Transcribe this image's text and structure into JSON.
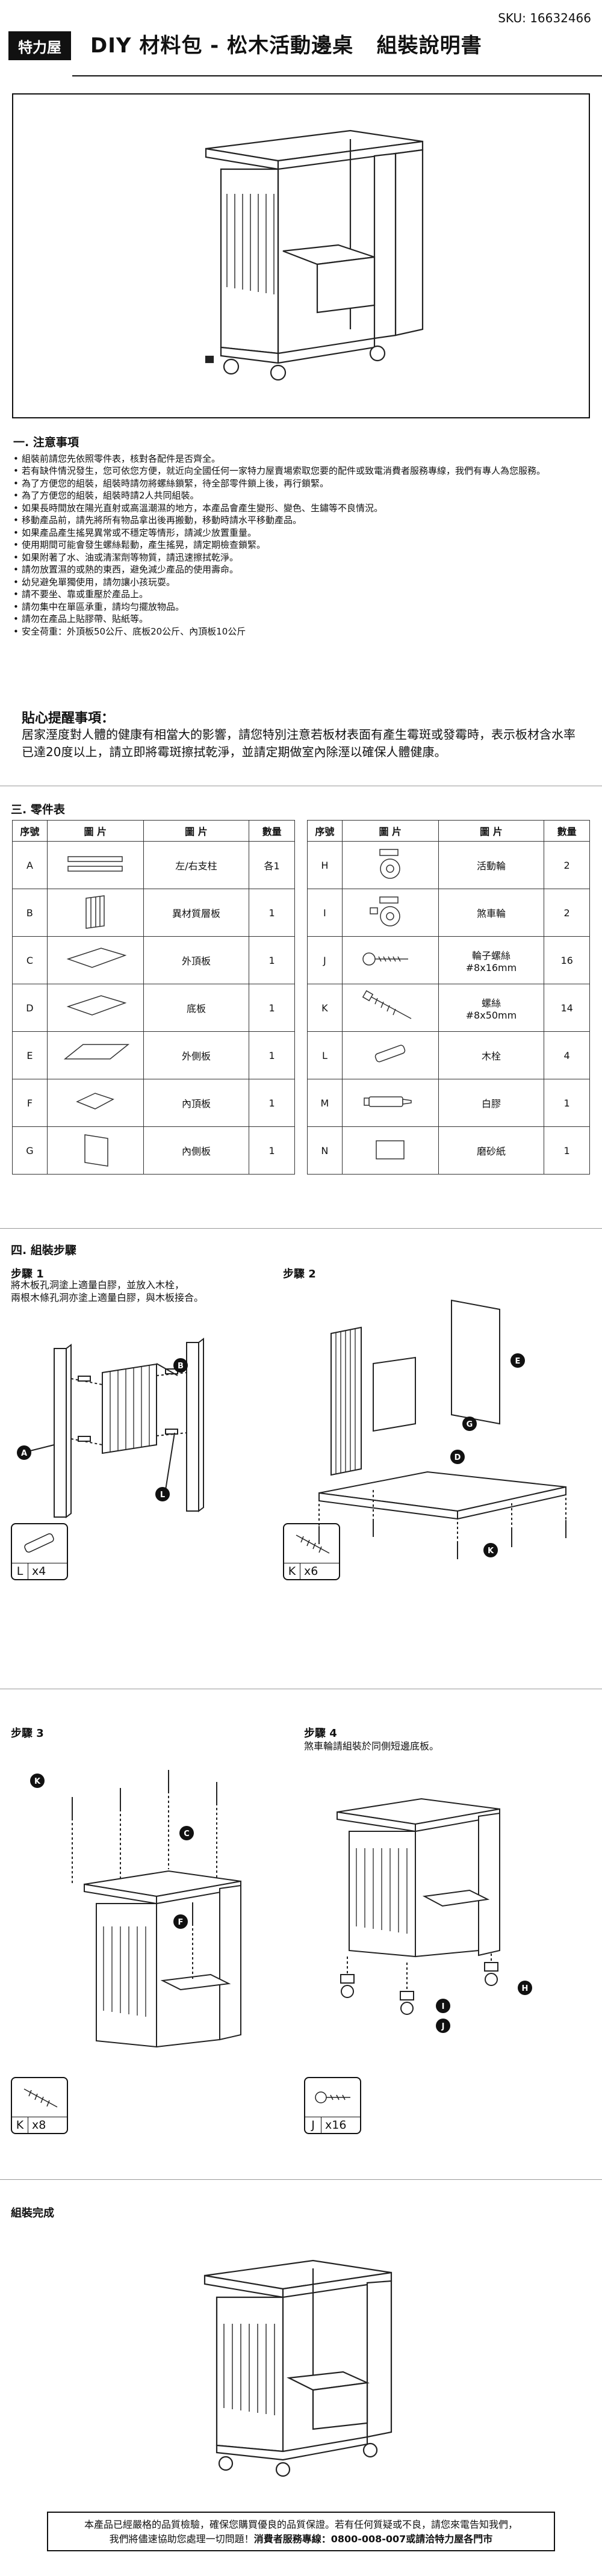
{
  "header": {
    "sku": "SKU: 16632466",
    "logo": "特力屋",
    "title": "DIY 材料包 - 松木活動邊桌   組裝說明書"
  },
  "notes": {
    "heading": "一. 注意事項",
    "items": [
      "組裝前請您先依照零件表，核對各配件是否齊全。",
      "若有缺件情況發生，您可依您方便，就近向全國任何一家特力屋賣場索取您要的配件或致電消費者服務專線，我們有專人為您服務。",
      "為了方便您的組裝，組裝時請勿將螺絲鎖緊，待全部零件鎖上後，再行鎖緊。",
      "為了方便您的組裝，組裝時請2人共同組裝。",
      "如果長時間放在陽光直射或高溫潮濕的地方，本產品會產生變形、變色、生鏽等不良情況。",
      "移動產品前，請先將所有物品拿出後再搬動，移動時請水平移動產品。",
      "如果產品產生搖晃異常或不穩定等情形，請減少放置重量。",
      "使用期間可能會發生螺絲鬆動，產生搖晃，請定期檢查鎖緊。",
      "如果附著了水、油或清潔劑等物質，請迅速擦拭乾淨。",
      "請勿放置濕的或熱的東西，避免減少產品的使用壽命。",
      "幼兒避免單獨使用，請勿讓小孩玩耍。",
      "請不要坐、靠或重壓於產品上。",
      "請勿集中在單區承重，請均勻擺放物品。",
      "請勿在產品上貼膠帶、貼紙等。",
      "安全荷重：外頂板50公斤、底板20公斤、內頂板10公斤"
    ]
  },
  "tip": {
    "title": "貼心提醒事項：",
    "body": "居家溼度對人體的健康有相當大的影響，請您特別注意若板材表面有產生霉斑或發霉時，表示板材含水率已達20度以上，請立即將霉斑擦拭乾淨，並請定期做室內除溼以確保人體健康。"
  },
  "parts": {
    "heading": "三. 零件表",
    "headers": [
      "序號",
      "圖 片",
      "圖 片",
      "數量"
    ],
    "left": [
      {
        "id": "A",
        "name": "左/右支柱",
        "qty": "各1"
      },
      {
        "id": "B",
        "name": "異材質層板",
        "qty": "1"
      },
      {
        "id": "C",
        "name": "外頂板",
        "qty": "1"
      },
      {
        "id": "D",
        "name": "底板",
        "qty": "1"
      },
      {
        "id": "E",
        "name": "外側板",
        "qty": "1"
      },
      {
        "id": "F",
        "name": "內頂板",
        "qty": "1"
      },
      {
        "id": "G",
        "name": "內側板",
        "qty": "1"
      }
    ],
    "right": [
      {
        "id": "H",
        "name": "活動輪",
        "spec": "",
        "qty": "2"
      },
      {
        "id": "I",
        "name": "煞車輪",
        "spec": "",
        "qty": "2"
      },
      {
        "id": "J",
        "name": "輪子螺絲",
        "spec": "#8x16mm",
        "qty": "16"
      },
      {
        "id": "K",
        "name": "螺絲",
        "spec": "#8x50mm",
        "qty": "14"
      },
      {
        "id": "L",
        "name": "木栓",
        "spec": "",
        "qty": "4"
      },
      {
        "id": "M",
        "name": "白膠",
        "spec": "",
        "qty": "1"
      },
      {
        "id": "N",
        "name": "磨砂紙",
        "spec": "",
        "qty": "1"
      }
    ]
  },
  "assembly": {
    "heading": "四. 組裝步驟",
    "step1": {
      "title": "步驟 1",
      "desc1": "將木板孔洞塗上適量白膠，並放入木栓，",
      "desc2": "兩根木條孔洞亦塗上適量白膠，與木板接合。",
      "count_part": "L",
      "count": "x4"
    },
    "step2": {
      "title": "步驟 2",
      "count_part": "K",
      "count": "x6"
    },
    "step3": {
      "title": "步驟 3",
      "count_part": "K",
      "count": "x8"
    },
    "step4": {
      "title": "步驟 4",
      "desc": "煞車輪請組裝於同側短邊底板。",
      "count_part": "J",
      "count": "x16"
    },
    "done": "組裝完成",
    "callouts": {
      "a": "A",
      "b": "B",
      "c": "C",
      "d": "D",
      "e": "E",
      "f": "F",
      "g": "G",
      "h": "H",
      "i": "I",
      "j": "J",
      "k": "K",
      "l": "L"
    }
  },
  "footer": {
    "line1": "本產品已經嚴格的品質檢驗，確保您購買優良的品質保證。若有任何質疑或不良，請您來電告知我們，",
    "line2_a": "我們將儘速協助您處理一切問題！",
    "line2_b": "消費者服務專線：0800-008-007或請洽特力屋各門市"
  }
}
